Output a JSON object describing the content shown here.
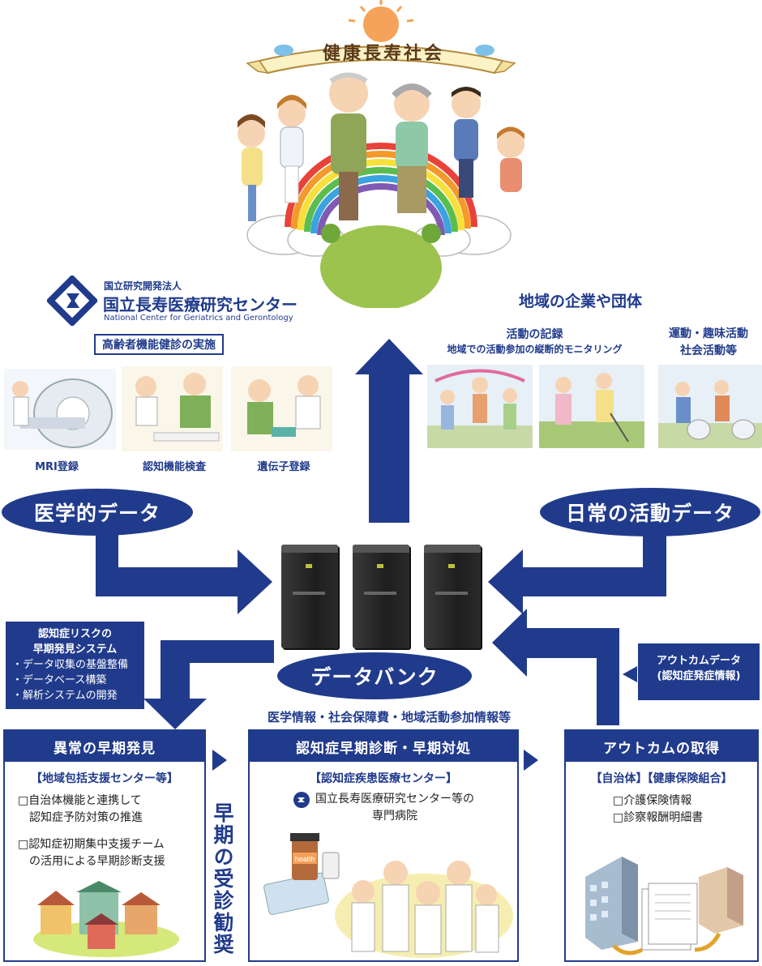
{
  "top": {
    "banner": "健康長寿社会"
  },
  "ncgg": {
    "org_type": "国立研究開発法人",
    "name_ja": "国立長寿医療研究センター",
    "name_en": "National Center for Geriatrics and Gerontology",
    "checkup": "高齢者機能健診の実施",
    "captions": [
      "MRI登録",
      "認知機能検査",
      "遺伝子登録"
    ]
  },
  "community": {
    "title": "地域の企業や団体",
    "record_title": "活動の記録",
    "record_sub": "地域での活動参加の縦断的モニタリング",
    "exercise_line1": "運動・趣味活動",
    "exercise_line2": "社会活動等"
  },
  "ellipses": {
    "medical": "医学的データ",
    "daily": "日常の活動データ",
    "databank": "データバンク"
  },
  "databank_sub": "医学情報・社会保障費・地域活動参加情報等",
  "risk_box": {
    "title1": "認知症リスクの",
    "title2": "早期発見システム",
    "items": [
      "・データ収集の基盤整備",
      "・データベース構築",
      "・解析システムの開発"
    ]
  },
  "outcome_box": {
    "line1": "アウトカムデータ",
    "line2": "(認知症発症情報)"
  },
  "panels": {
    "left": {
      "title": "異常の早期発見",
      "sub": "【地域包括支援センター等】",
      "items": [
        "□自治体機能と連携して",
        "　認知症予防対策の推進",
        "□認知症初期集中支援チーム",
        "　の活用による早期診断支援"
      ]
    },
    "center": {
      "title": "認知症早期診断・早期対処",
      "sub": "【認知症疾患医療センター】",
      "line1": "国立長寿医療研究センター等の",
      "line2": "専門病院",
      "bottle_label": "health"
    },
    "right": {
      "title": "アウトカムの取得",
      "sub": "【自治体】【健康保険組合】",
      "items": [
        "□介護保険情報",
        "□診察報酬明細書"
      ]
    }
  },
  "vertical_text": "早期の受診勧奨",
  "colors": {
    "navy": "#213b8c",
    "rainbow": [
      "#e8423a",
      "#f39a2a",
      "#f7e03a",
      "#5bbd4f",
      "#3aa3e0",
      "#7f5ab5"
    ],
    "ground": "#9cc34d"
  }
}
